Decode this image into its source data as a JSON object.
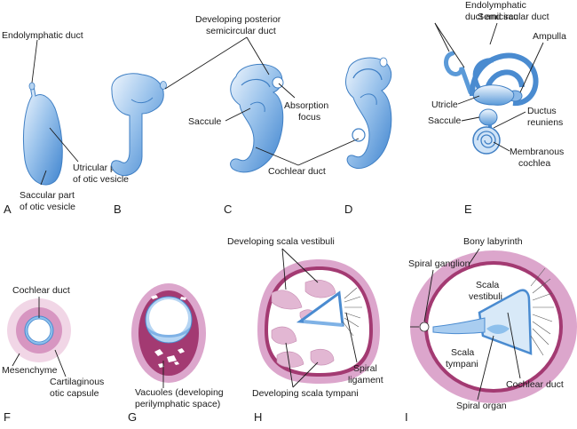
{
  "panels": [
    "A",
    "B",
    "C",
    "D",
    "E",
    "F",
    "G",
    "H",
    "I"
  ],
  "labels": {
    "endolymphatic_duct": "Endolymphatic duct",
    "utricular_part_1": "Utricular part",
    "utricular_part_2": "of otic vesicle",
    "saccular_part_1": "Saccular part",
    "saccular_part_2": "of otic vesicle",
    "dev_post_semicircular_1": "Developing posterior",
    "dev_post_semicircular_2": "semicircular duct",
    "absorption_focus_1": "Absorption",
    "absorption_focus_2": "focus",
    "saccule_c": "Saccule",
    "cochlear_duct_cd": "Cochlear duct",
    "endolymphatic_duct_sac_1": "Endolymphatic",
    "endolymphatic_duct_sac_2": "duct and sac",
    "semicircular_duct": "Semicircular duct",
    "ampulla": "Ampulla",
    "utricle": "Utricle",
    "saccule_e": "Saccule",
    "ductus_reuniens_1": "Ductus",
    "ductus_reuniens_2": "reuniens",
    "membranous_cochlea_1": "Membranous",
    "membranous_cochlea_2": "cochlea",
    "cochlear_duct_f": "Cochlear duct",
    "mesenchyme": "Mesenchyme",
    "cartilaginous_1": "Cartilaginous",
    "cartilaginous_2": "otic capsule",
    "vacuoles_1": "Vacuoles (developing",
    "vacuoles_2": "perilymphatic space)",
    "dev_scala_vestibuli": "Developing scala vestibuli",
    "spiral_ligament_1": "Spiral",
    "spiral_ligament_2": "ligament",
    "dev_scala_tympani": "Developing scala tympani",
    "bony_labyrinth": "Bony labyrinth",
    "spiral_ganglion": "Spiral ganglion",
    "scala_vestibuli_1": "Scala",
    "scala_vestibuli_2": "vestibuli",
    "scala_tympani_1": "Scala",
    "scala_tympani_2": "tympani",
    "cochlear_duct_i": "Cochlear duct",
    "spiral_organ": "Spiral organ"
  },
  "colors": {
    "vesicle_blue": "#5b9ad8",
    "vesicle_light": "#cfe3f7",
    "capsule_pink": "#dca6cc",
    "capsule_dark": "#a33a72",
    "mesenchyme_pink": "#f1d6e6"
  }
}
